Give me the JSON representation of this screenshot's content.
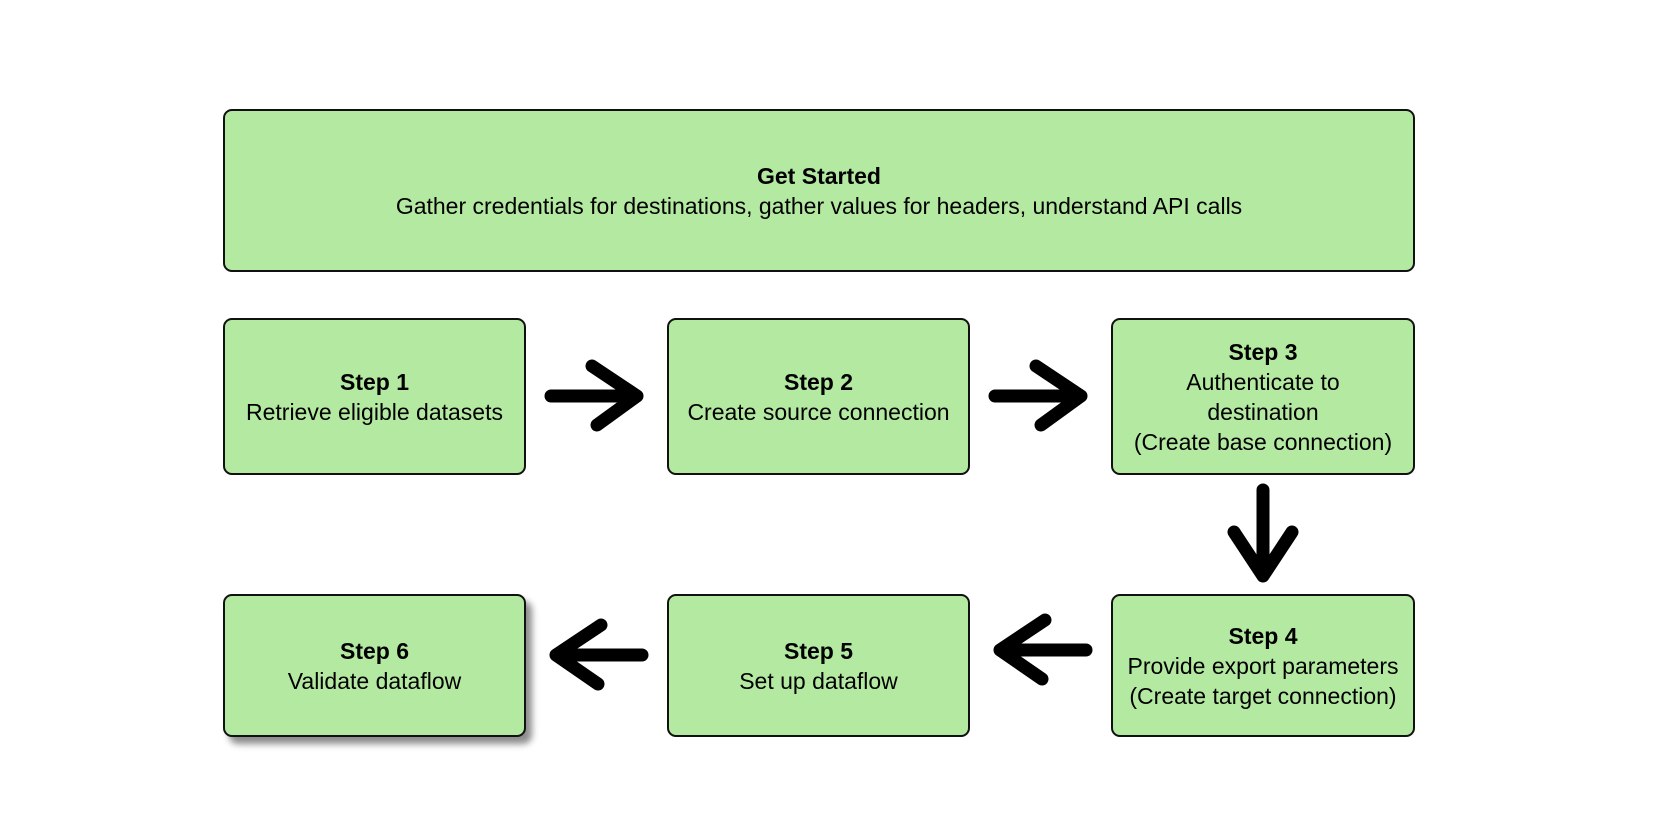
{
  "get_started": {
    "title": "Get Started",
    "description": "Gather credentials for destinations, gather values for headers, understand API calls"
  },
  "steps": [
    {
      "title": "Step 1",
      "lines": [
        "Retrieve eligible datasets"
      ]
    },
    {
      "title": "Step 2",
      "lines": [
        "Create source connection"
      ]
    },
    {
      "title": "Step 3",
      "lines": [
        "Authenticate to",
        "destination",
        "(Create base connection)"
      ]
    },
    {
      "title": "Step 4",
      "lines": [
        "Provide export parameters",
        "(Create target connection)"
      ]
    },
    {
      "title": "Step 5",
      "lines": [
        "Set up dataflow"
      ]
    },
    {
      "title": "Step 6",
      "lines": [
        "Validate dataflow"
      ]
    }
  ],
  "colors": {
    "box_fill": "#b3e9a0",
    "box_border": "#111111",
    "arrow": "#000000"
  }
}
